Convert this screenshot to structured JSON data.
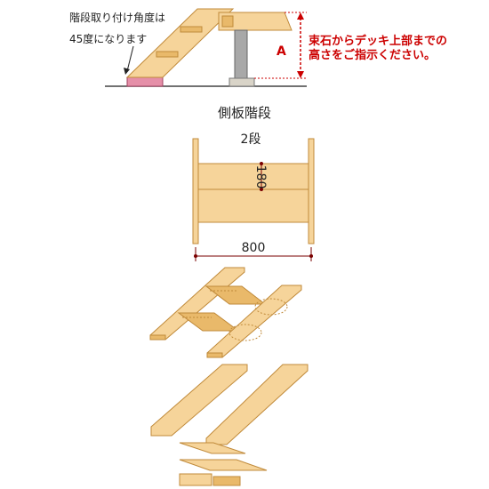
{
  "top_note": {
    "line1": "階段取り付け角度は",
    "line2": "45度になります"
  },
  "dimension_marker": "A",
  "instruction": {
    "line1": "束石からデッキ上部までの",
    "line2": "高さをご指示ください。"
  },
  "title": "側板階段",
  "steps_label": "2段",
  "dim_height": "180",
  "dim_width": "800",
  "colors": {
    "wood": "#f6d49a",
    "wood_edge": "#c08a3a",
    "post": "#a8a8a8",
    "pad": "#e58fa8",
    "accent_red": "#cc0000",
    "dim_line": "#7a0000"
  }
}
